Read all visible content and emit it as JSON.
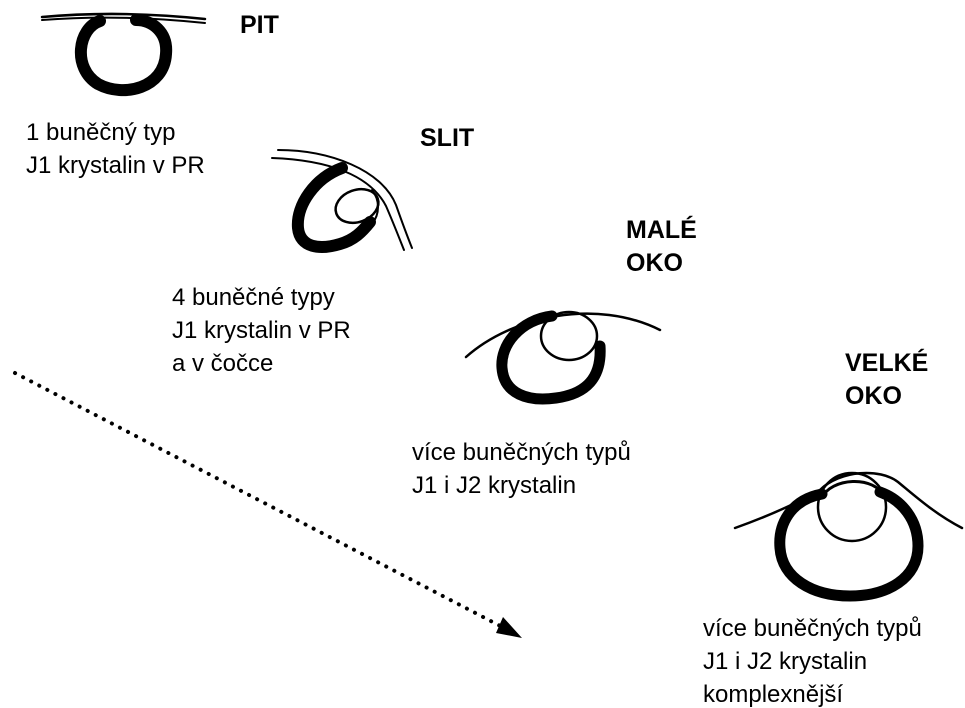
{
  "stages": [
    {
      "title_lines": [
        "PIT"
      ],
      "caption_lines": [
        "1 buněčný typ",
        "J1 krystalin v PR"
      ]
    },
    {
      "title_lines": [
        "SLIT"
      ],
      "caption_lines": [
        "4 buněčné typy",
        "J1 krystalin v PR",
        "a v čočce"
      ]
    },
    {
      "title_lines": [
        "MALÉ",
        "OKO"
      ],
      "caption_lines": [
        "více buněčných typů",
        "J1 i J2 krystalin"
      ]
    },
    {
      "title_lines": [
        "VELKÉ",
        "OKO"
      ],
      "caption_lines": [
        "více buněčných typů",
        "J1 i J2 krystalin",
        "komplexnější"
      ]
    }
  ],
  "colors": {
    "ink": "#000000",
    "background": "#ffffff"
  },
  "icons": [
    "pit-eye-icon",
    "slit-eye-icon",
    "small-eye-icon",
    "large-eye-icon",
    "evolution-arrow-icon"
  ]
}
